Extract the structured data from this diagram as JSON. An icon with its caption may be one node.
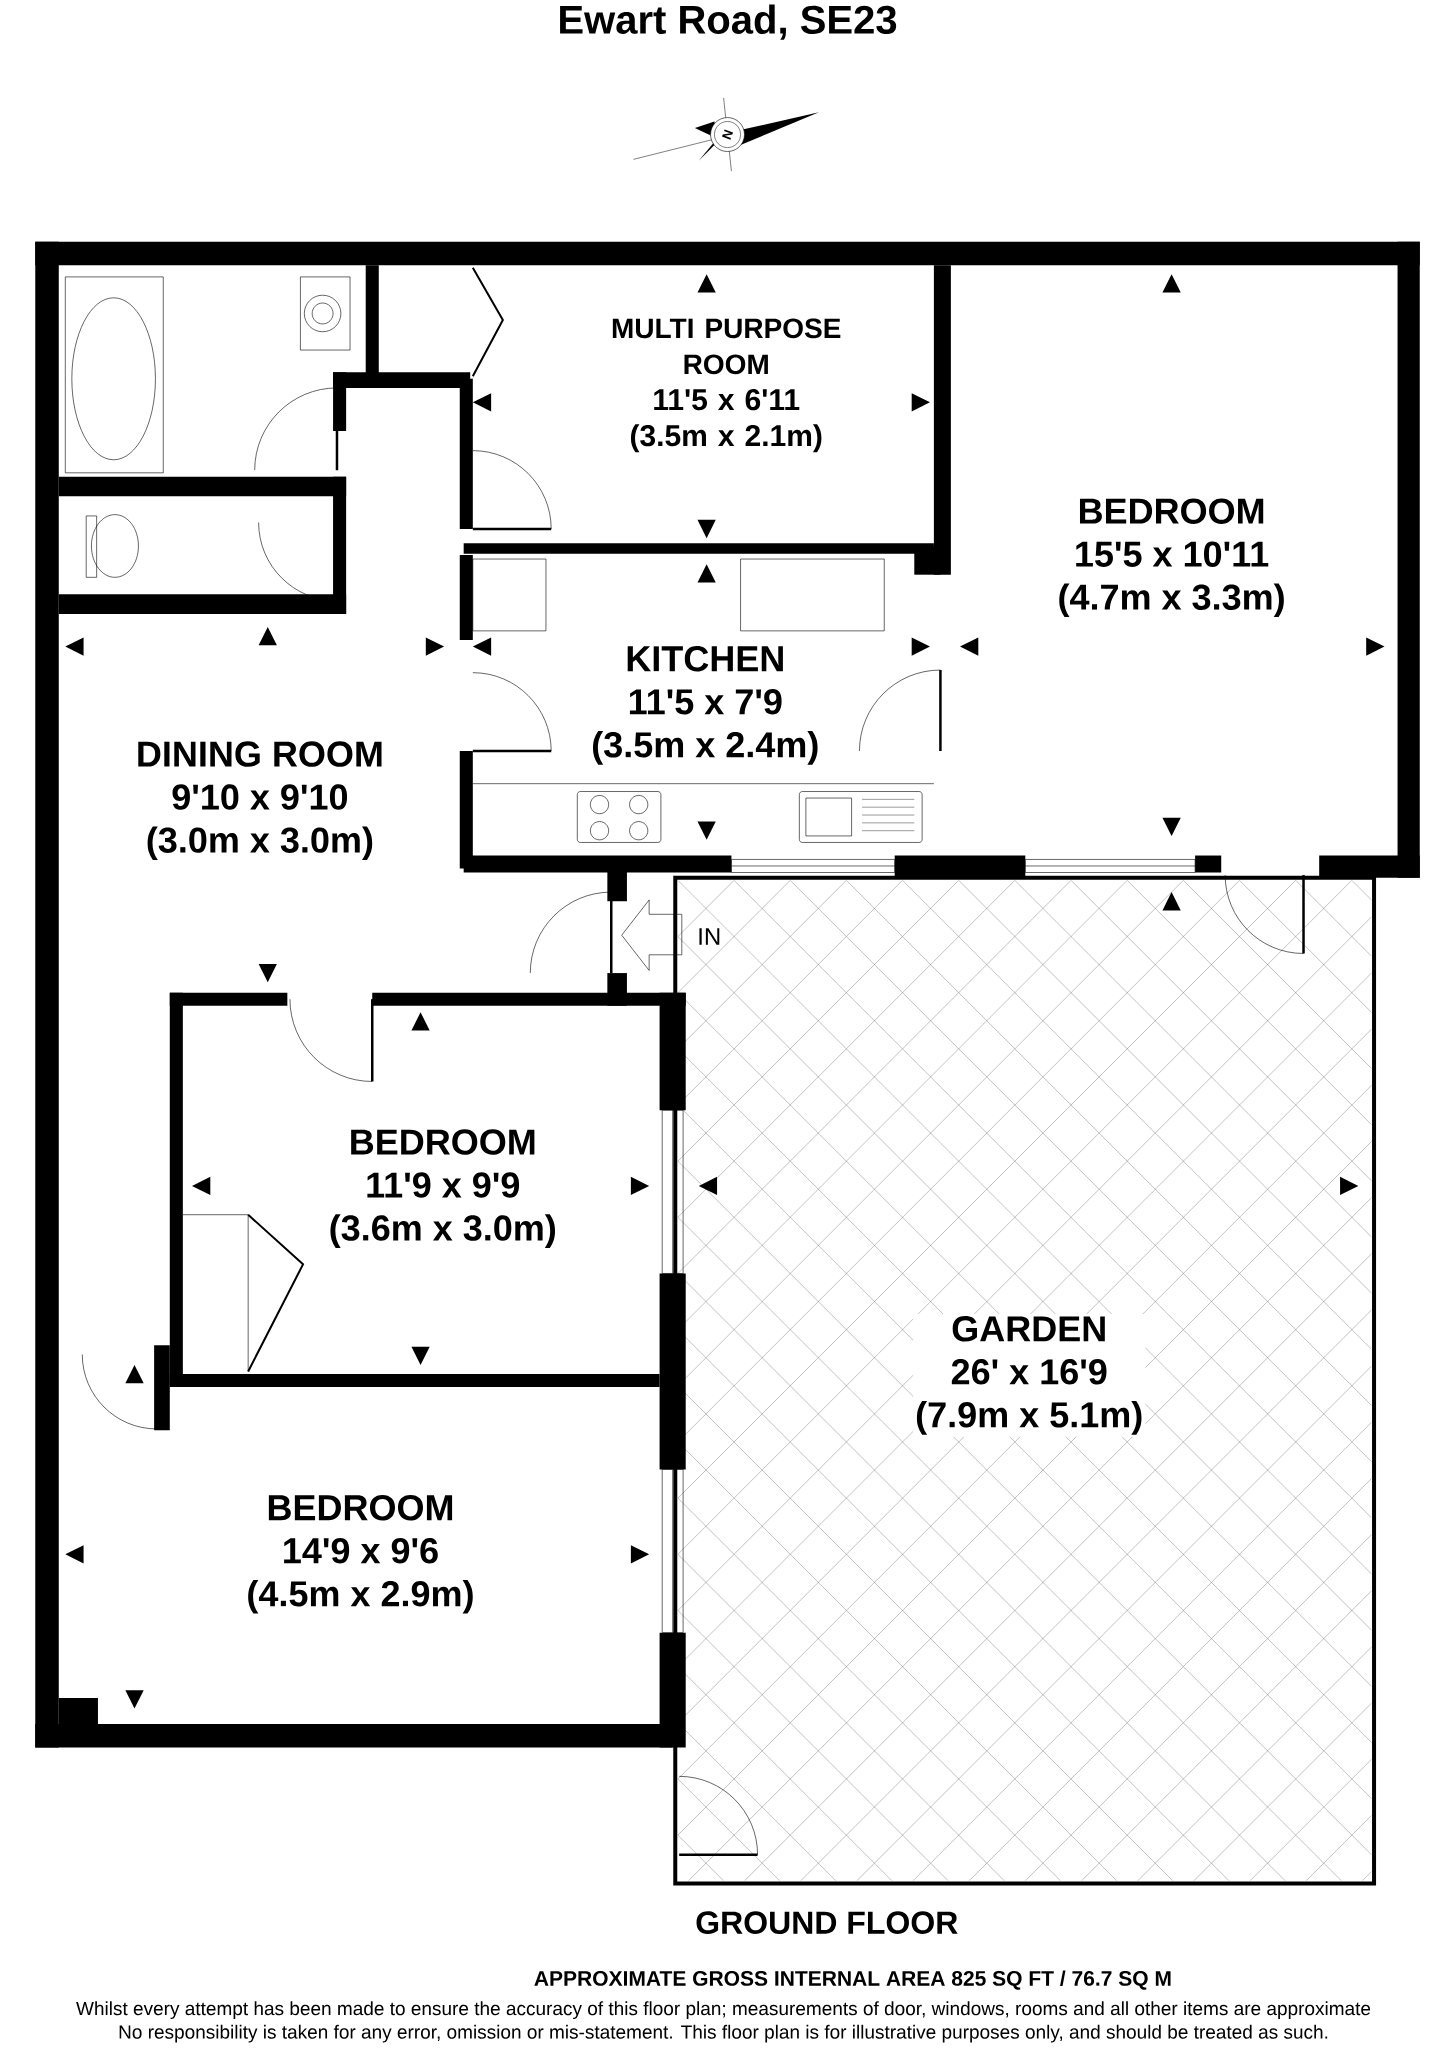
{
  "diagram": {
    "title": "Ewart Road, SE23",
    "nodes": [
      {
        "text": [
          "MULTI PURPOSE ROOM",
          "11'5 x 6'11",
          "(3.5m x 2.1m)"
        ]
      },
      {
        "text": [
          "BEDROOM",
          "15'5 x 10'11",
          "(4.7m x 3.3m)"
        ]
      },
      {
        "text": [
          "KITCHEN",
          "11'5 x 7'9",
          "(3.5m x 2.4m)"
        ]
      },
      {
        "text": [
          "DINING ROOM",
          "9'10 x 9'10",
          "(3.0m x 3.0m)"
        ]
      },
      {
        "text": [
          "BEDROOM",
          "11'9 x 9'9",
          "(3.6m x 3.0m)"
        ]
      },
      {
        "text": [
          "GARDEN",
          "26' x 16'9",
          "(7.9m x 5.1m)"
        ]
      },
      {
        "text": [
          "BEDROOM",
          "14'9 x 9'6",
          "(4.5m x 2.9m)"
        ]
      }
    ],
    "labels": [
      "N",
      "IN",
      "GROUND FLOOR",
      "APPROXIMATE GROSS INTERNAL AREA 825 SQ FT / 76.7 SQ M",
      "Whilst every attempt has been made to ensure the accuracy of this floor plan; measurements of door, windows, rooms and all other items are approximate",
      "No responsibility is taken for any error, omission or mis-statement. This floor plan is for illustrative purposes only, and should be treated as such."
    ]
  }
}
